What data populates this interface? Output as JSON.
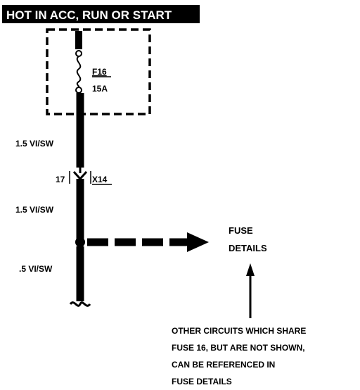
{
  "header": {
    "label": "HOT IN ACC, RUN OR START"
  },
  "fuse": {
    "id": "F16",
    "rating": "15A"
  },
  "wires": {
    "upper": "1.5 VI/SW",
    "middle": "1.5 VI/SW",
    "lower": ".5 VI/SW"
  },
  "connector": {
    "pin": "17",
    "id": "X14"
  },
  "arrow_target": {
    "line1": "FUSE",
    "line2": "DETAILS"
  },
  "note": {
    "line1": "OTHER CIRCUITS WHICH SHARE",
    "line2": "FUSE 16, BUT ARE NOT SHOWN,",
    "line3": "CAN BE REFERENCED IN",
    "line4": "FUSE DETAILS"
  }
}
